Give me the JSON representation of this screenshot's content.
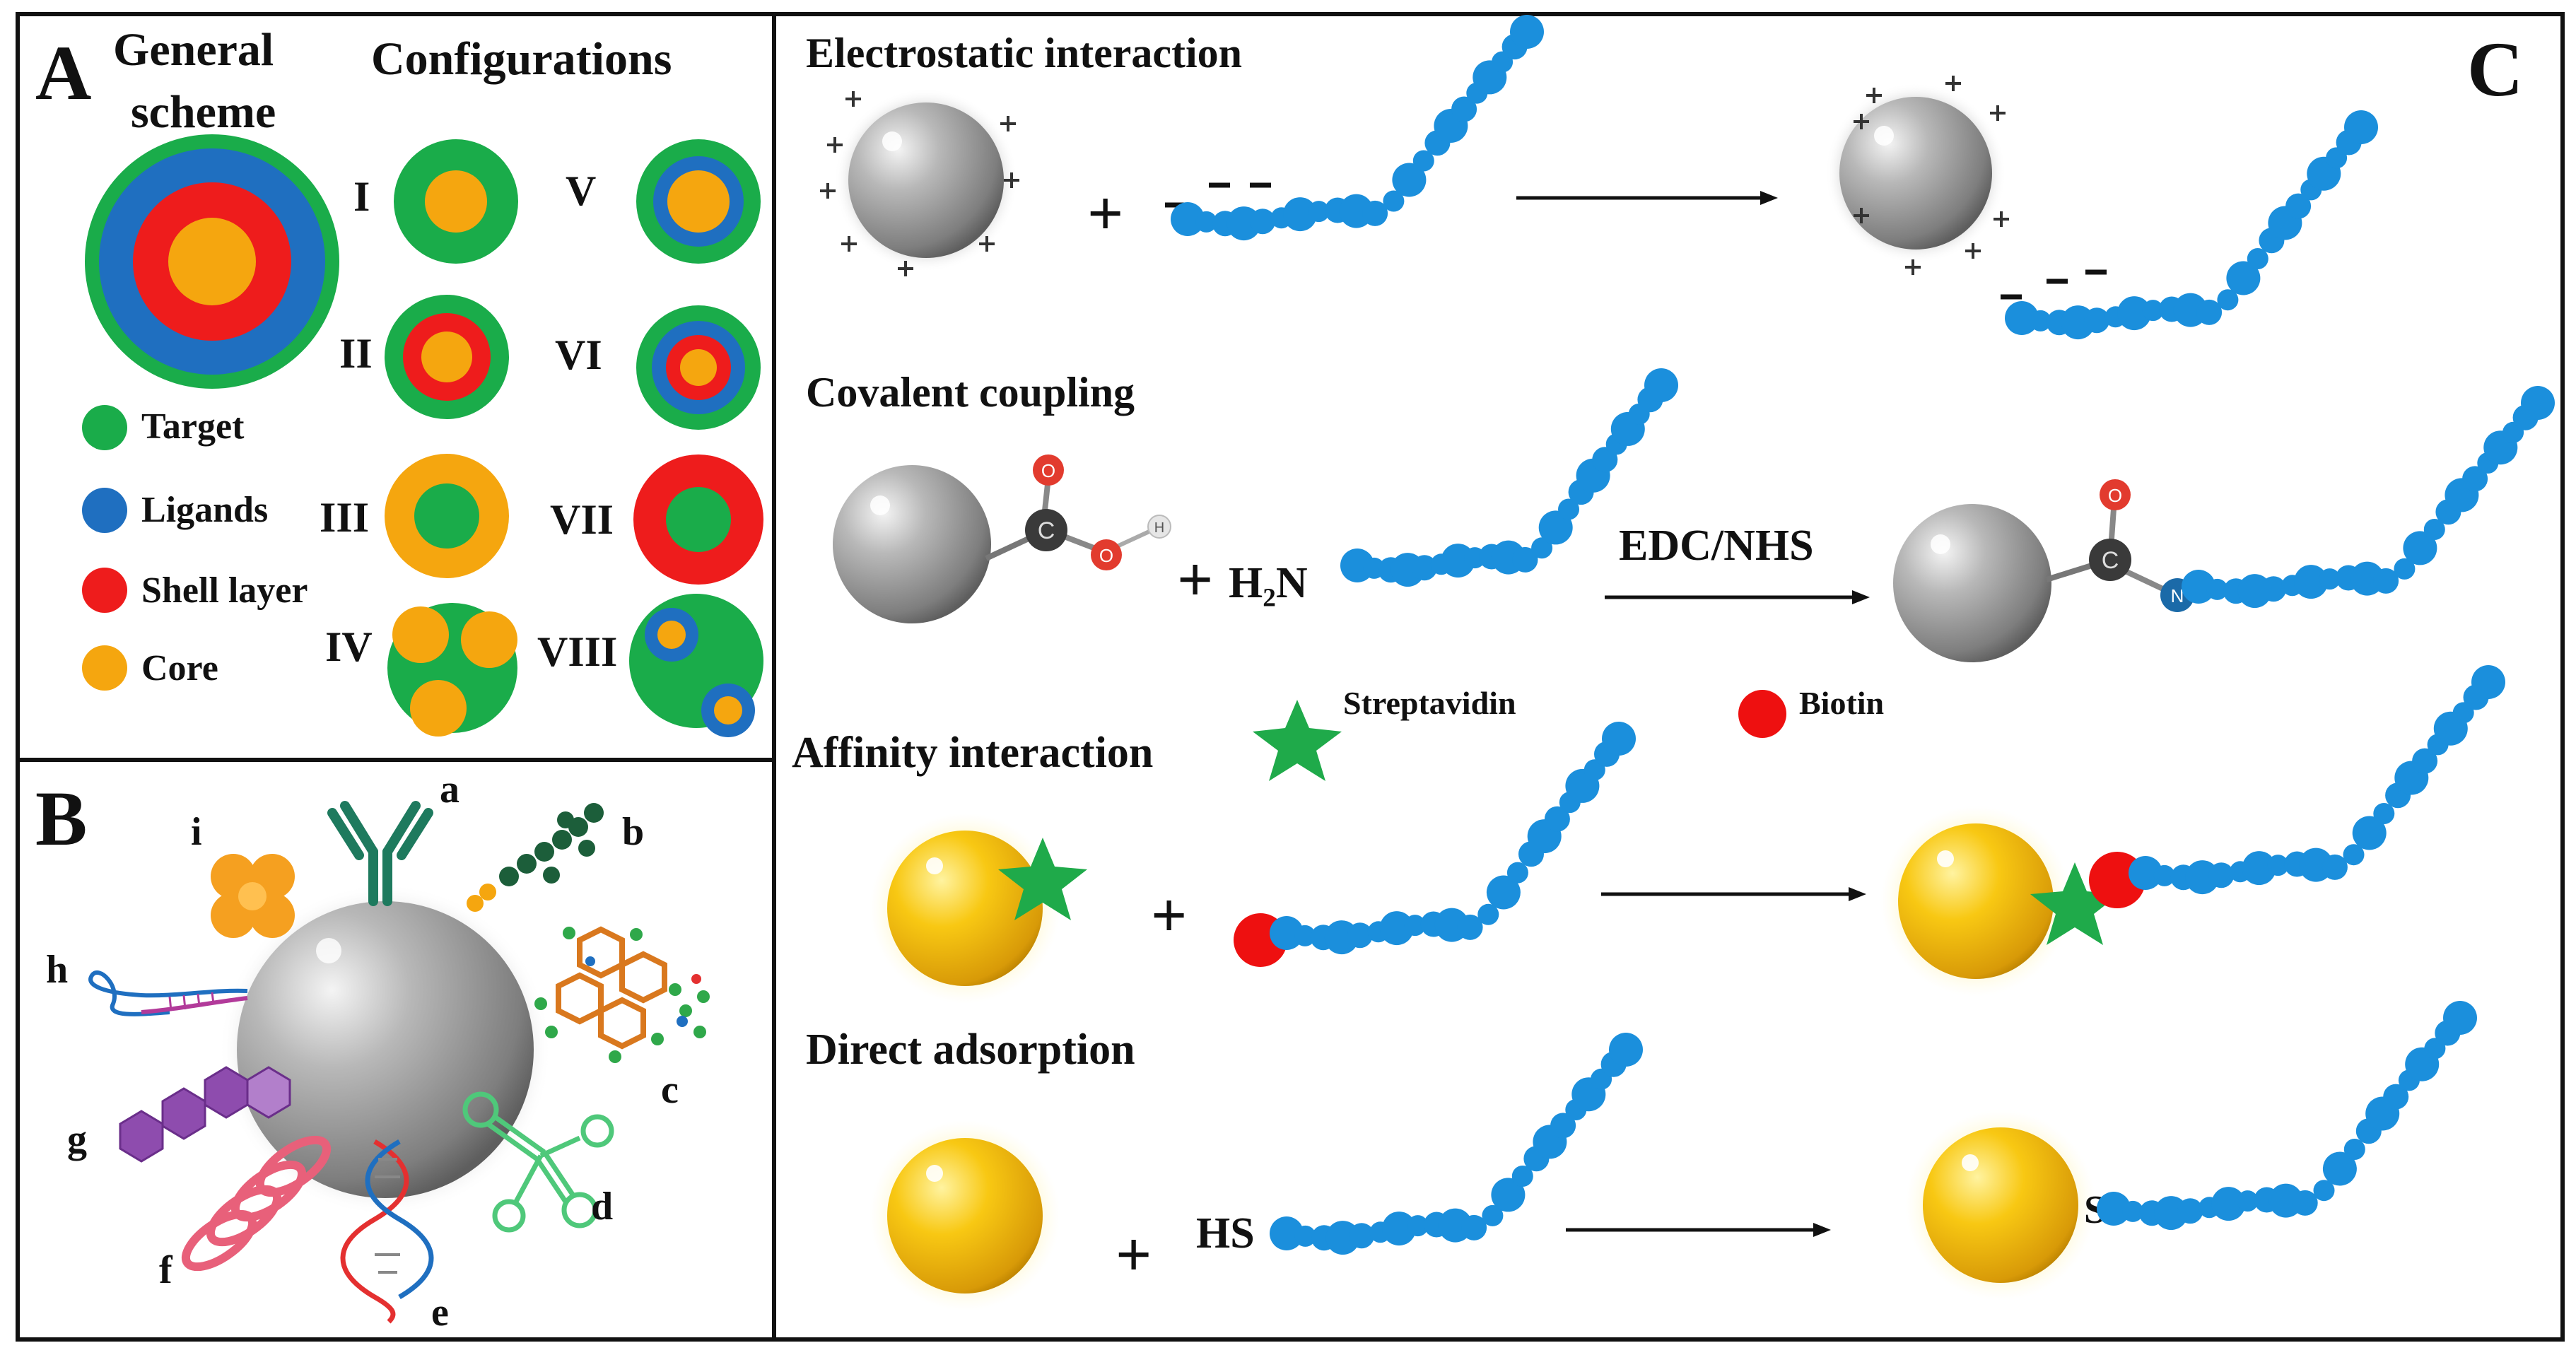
{
  "panel_a": {
    "letter": "A",
    "scheme_title_line1": "General",
    "scheme_title_line2": "scheme",
    "configurations_title": "Configurations",
    "legend": [
      {
        "label": "Target",
        "color": "#1aac4a"
      },
      {
        "label": "Ligands",
        "color": "#1f6fc0"
      },
      {
        "label": "Shell layer",
        "color": "#ee1c1c"
      },
      {
        "label": "Core",
        "color": "#f5a60f"
      }
    ],
    "configurations": [
      "I",
      "II",
      "III",
      "IV",
      "V",
      "VI",
      "VII",
      "VIII"
    ]
  },
  "panel_b": {
    "letter": "B",
    "labels": [
      "a",
      "b",
      "c",
      "d",
      "e",
      "f",
      "g",
      "h",
      "i"
    ]
  },
  "panel_c": {
    "letter": "C",
    "electrostatic": "Electrostatic interaction",
    "covalent": "Covalent coupling",
    "affinity": "Affinity interaction",
    "direct": "Direct adsorption",
    "h2n": "H₂N",
    "edc_nhs": "EDC/NHS",
    "hs": "HS",
    "s": "S",
    "streptavidin": "Streptavidin",
    "biotin": "Biotin",
    "carbon": "C",
    "oxygen": "O",
    "hydrogen": "H",
    "nitrogen": "N",
    "plus": "+",
    "minus": "−"
  },
  "colors": {
    "target": "#1aac4a",
    "ligand": "#1f6fc0",
    "shell": "#ee1c1c",
    "core": "#f5a60f",
    "chain": "#1b8fdc",
    "gold": "#f6c112",
    "streptavidin": "#1faa4a",
    "biotin": "#ee1010"
  }
}
